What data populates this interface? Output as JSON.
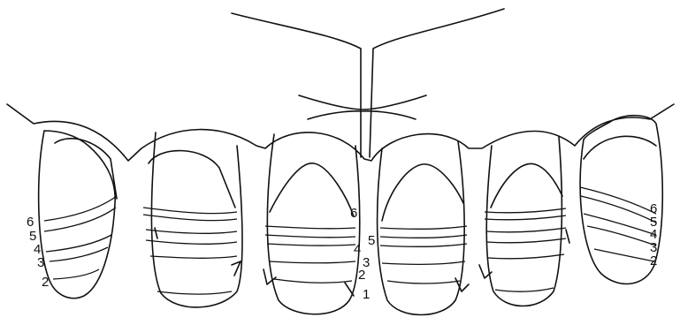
{
  "labels": {
    "left_lateral": [
      "6",
      "5",
      "4",
      "3",
      "2"
    ],
    "center_left": [
      "6",
      "4",
      "2"
    ],
    "center_right": [
      "5",
      "3",
      "1"
    ],
    "right_lateral": [
      "6",
      "5",
      "4",
      "3",
      "2"
    ]
  },
  "colors": {
    "ink": "#111111",
    "paper": "#ffffff"
  }
}
